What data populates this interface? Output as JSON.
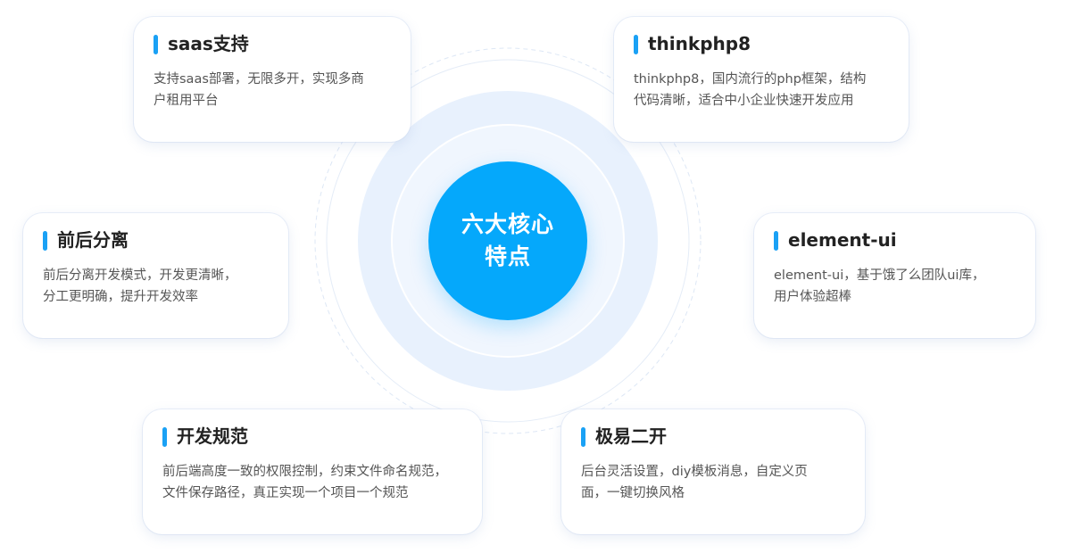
{
  "center": {
    "line1": "六大核心",
    "line2": "特点"
  },
  "cards": {
    "saas": {
      "title": "saas支持",
      "desc_line1": "支持saas部署，无限多开，实现多商",
      "desc_line2": "户租用平台"
    },
    "thinkphp": {
      "title": "thinkphp8",
      "desc_line1": "thinkphp8，国内流行的php框架，结构",
      "desc_line2": "代码清晰，适合中小企业快速开发应用"
    },
    "frontback": {
      "title": "前后分离",
      "desc_line1": "前后分离开发模式，开发更清晰，",
      "desc_line2": "分工更明确，提升开发效率"
    },
    "elementui": {
      "title": "element-ui",
      "desc_line1": "element-ui，基于饿了么团队ui库，",
      "desc_line2": "用户体验超棒"
    },
    "standard": {
      "title": "开发规范",
      "desc_line1": "前后端高度一致的权限控制，约束文件命名规范，",
      "desc_line2": "文件保存路径，真正实现一个项目一个规范"
    },
    "easy": {
      "title": "极易二开",
      "desc_line1": "后台灵活设置，diy模板消息，自定义页",
      "desc_line2": "面，一键切换风格"
    }
  },
  "colors": {
    "accent": "#05a8fb",
    "bar": "#1aa1f5",
    "halo": "#e8f1fd"
  }
}
